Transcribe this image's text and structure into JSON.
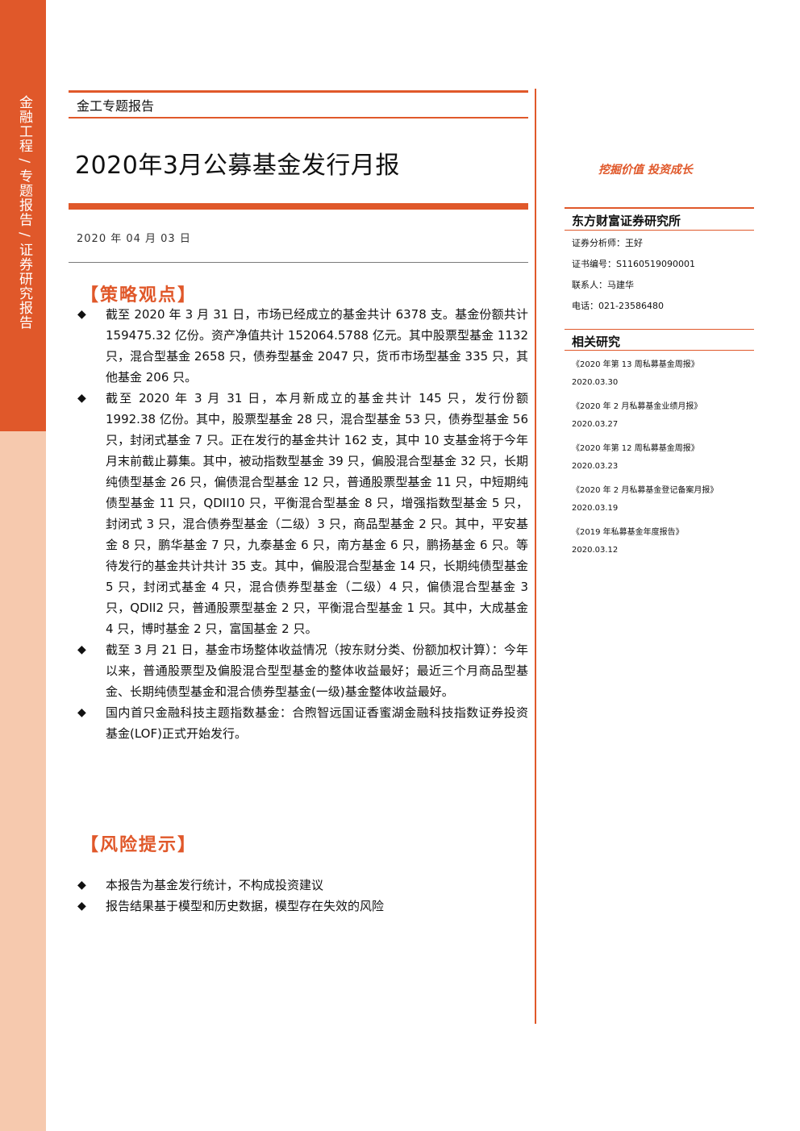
{
  "band": {
    "vertical_text": "金融工程 / 专题报告 / 证券研究报告"
  },
  "header": {
    "report_type": "金工专题报告",
    "title": "2020年3月公募基金发行月报",
    "date": "2020 年 04 月 03 日"
  },
  "strategy": {
    "heading": "【策略观点】",
    "bullets": [
      "截至 2020 年 3 月 31 日，市场已经成立的基金共计 6378 支。基金份额共计 159475.32 亿份。资产净值共计 152064.5788 亿元。其中股票型基金 1132 只，混合型基金 2658 只，债券型基金 2047 只，货币市场型基金 335 只，其他基金 206 只。",
      "截至 2020 年 3 月 31 日，本月新成立的基金共计 145 只，发行份额 1992.38 亿份。其中，股票型基金 28 只，混合型基金 53 只，债券型基金 56 只，封闭式基金 7 只。正在发行的基金共计 162 支，其中 10 支基金将于今年月末前截止募集。其中，被动指数型基金 39 只，偏股混合型基金 32 只，长期纯债型基金 26 只，偏债混合型基金 12 只，普通股票型基金 11 只，中短期纯债型基金 11 只，QDII10 只，平衡混合型基金 8 只，增强指数型基金 5 只，封闭式 3 只，混合债券型基金（二级）3 只，商品型基金 2 只。其中，平安基金 8 只，鹏华基金 7 只，九泰基金 6 只，南方基金 6 只，鹏扬基金 6 只。等待发行的基金共计共计 35 支。其中，偏股混合型基金 14 只，长期纯债型基金 5 只，封闭式基金 4 只，混合债券型基金（二级）4 只，偏债混合型基金 3 只，QDII2 只，普通股票型基金 2 只，平衡混合型基金 1 只。其中，大成基金 4 只，博时基金 2 只，富国基金 2 只。",
      "截至 3 月 21 日，基金市场整体收益情况（按东财分类、份额加权计算）：今年以来，普通股票型及偏股混合型型基金的整体收益最好；最近三个月商品型基金、长期纯债型基金和混合债券型基金(一级)基金整体收益最好。",
      "国内首只金融科技主题指数基金：合煦智远国证香蜜湖金融科技指数证券投资基金(LOF)正式开始发行。"
    ]
  },
  "risk": {
    "heading": "【风险提示】",
    "bullets": [
      "本报告为基金发行统计，不构成投资建议",
      "报告结果基于模型和历史数据，模型存在失效的风险"
    ]
  },
  "sidebar": {
    "slogan": "挖掘价值 投资成长",
    "institute": "东方财富证券研究所",
    "analyst": "证券分析师：王好",
    "cert": "证书编号：S1160519090001",
    "contact": "联系人：马建华",
    "phone": "电话：021-23586480",
    "related_heading": "相关研究",
    "related": [
      {
        "title": "《2020 年第 13 周私募基金周报》",
        "date": "2020.03.30"
      },
      {
        "title": "《2020 年 2 月私募基金业绩月报》",
        "date": "2020.03.27"
      },
      {
        "title": "《2020 年第 12 周私募基金周报》",
        "date": "2020.03.23"
      },
      {
        "title": "《2020 年 2 月私募基金登记备案月报》",
        "date": "2020.03.19"
      },
      {
        "title": "《2019 年私募基金年度报告》",
        "date": "2020.03.12"
      }
    ]
  },
  "colors": {
    "accent": "#e0582a",
    "band_light": "#f6c9ae"
  }
}
